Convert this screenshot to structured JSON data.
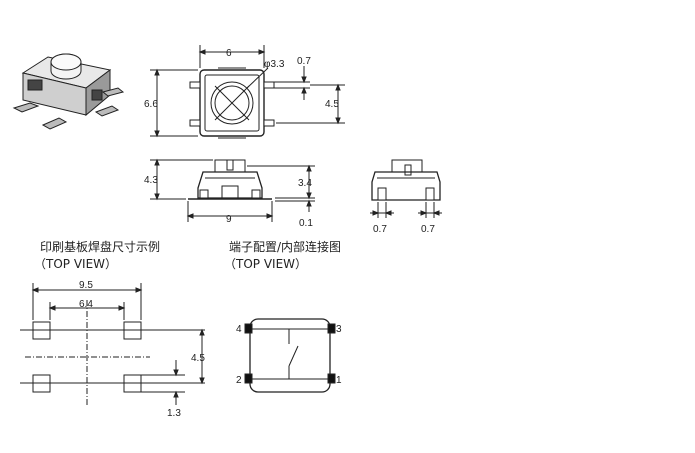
{
  "views": {
    "top": {
      "width": "6",
      "height": "6.6",
      "button_dia": "φ3.3",
      "lead_width": "0.7",
      "lead_pitch": "4.5"
    },
    "side": {
      "height": "4.3",
      "body_height": "3.4",
      "length": "9",
      "standoff": "0.1"
    },
    "end": {
      "lead_left": "0.7",
      "lead_right": "0.7"
    },
    "pcb": {
      "overall": "9.5",
      "inner": "6.4",
      "pitch": "4.5",
      "pad": "1.3"
    },
    "pin": {
      "p4": "4",
      "p3": "3",
      "p2": "2",
      "p1": "1"
    }
  },
  "captions": {
    "pcb_title": "印刷基板焊盘尺寸示例",
    "pcb_sub": "（TOP VIEW）",
    "pin_title": "端子配置/内部连接图",
    "pin_sub": "（TOP VIEW）"
  }
}
